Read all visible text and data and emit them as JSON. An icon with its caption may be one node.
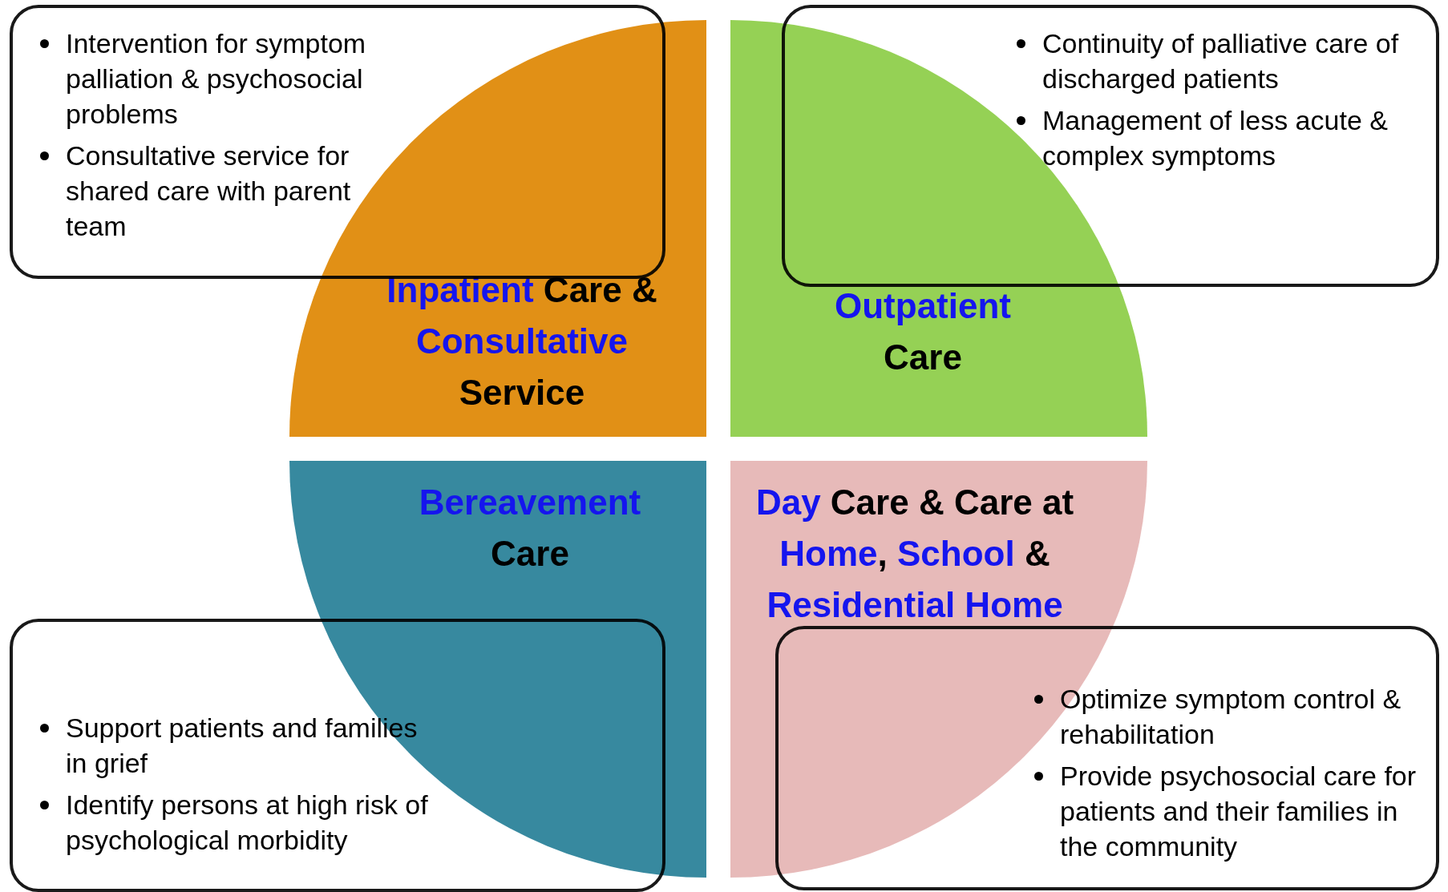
{
  "diagram": {
    "nodes": [
      {
        "text": [
          "*Inpatient* Care & *Consultative* Service"
        ]
      },
      {
        "text": [
          "*Outpatient* Care"
        ]
      },
      {
        "text": [
          "*Bereavement* Care"
        ]
      },
      {
        "text": [
          "*Day* Care & Care at *Home*, *School* & *Residential Home*"
        ]
      },
      {
        "text": [
          "Intervention for symptom palliation & psychosocial problems",
          "Consultative service for shared care with parent team"
        ]
      },
      {
        "text": [
          "Continuity of palliative care of discharged patients",
          "Management of less acute & complex symptoms"
        ]
      },
      {
        "text": [
          "Support patients and families in grief",
          "Identify persons at high risk of psychological morbidity"
        ]
      },
      {
        "text": [
          "Optimize symptom control & rehabilitation",
          "Provide psychosocial care for patients and their families in the community"
        ]
      }
    ]
  }
}
